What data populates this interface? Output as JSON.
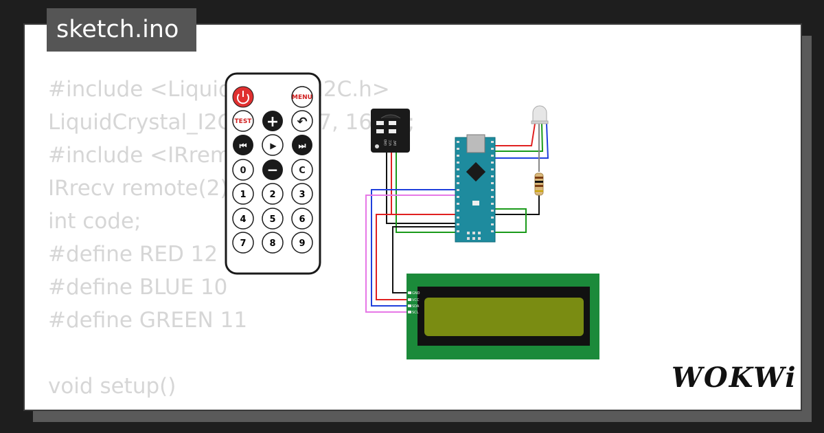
{
  "file_tab": {
    "label": "sketch.ino"
  },
  "code_lines": [
    "#include <LiquidCrystal_I2C.h>",
    "LiquidCrystal_I2C lcd(0x27, 16, 2);",
    "#include <IRremote.h>",
    "IRrecv remote(2);",
    "int code;",
    "#define RED 12",
    "#define BLUE 10",
    "#define GREEN 11",
    "",
    "void setup()",
    "{"
  ],
  "remote": {
    "buttons": {
      "menu": "MENU",
      "test": "TEST",
      "plus": "+",
      "back": "↶",
      "prev": "⏮",
      "play": "▶",
      "next": "⏭",
      "zero": "0",
      "minus": "−",
      "clear": "C",
      "one": "1",
      "two": "2",
      "three": "3",
      "four": "4",
      "five": "5",
      "six": "6",
      "seven": "7",
      "eight": "8",
      "nine": "9"
    }
  },
  "ir_receiver": {
    "pins": [
      "GND",
      "VCC",
      "DAT"
    ]
  },
  "lcd": {
    "pins": [
      "GND",
      "VCC",
      "SDA",
      "SCL"
    ]
  },
  "brand": {
    "logo_text": "WOKWi"
  },
  "colors": {
    "wire_red": "#e02020",
    "wire_blue": "#1f3fdc",
    "wire_green": "#1a9a1a",
    "wire_black": "#111111",
    "wire_pink": "#e678e6",
    "arduino": "#1e8b9e",
    "lcd_board": "#1b8a3a",
    "lcd_screen": "#7a8c12",
    "power_button": "#e03030"
  }
}
